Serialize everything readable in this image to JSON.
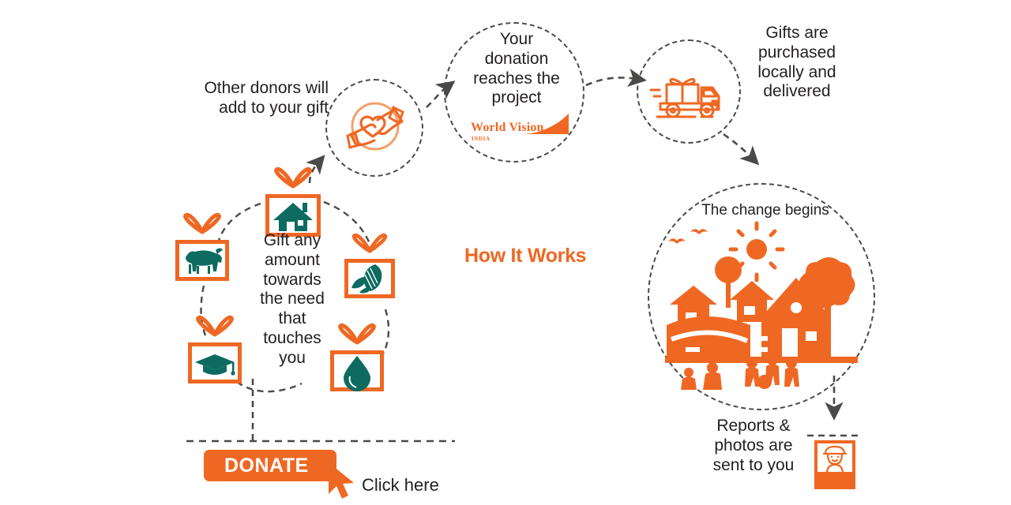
{
  "page": {
    "title": "How It Works",
    "brand_orange": "#ef6823",
    "icon_teal": "#0d6b5f",
    "dash_gray": "#4a4a48",
    "text_color": "#231f20"
  },
  "steps": {
    "other_donors": "Other donors will\nadd to your gift",
    "your_donation": "Your\ndonation\nreaches the\nproject",
    "gifts_purchased": "Gifts are\npurchased\nlocally and\ndelivered",
    "change_begins": "The change begins",
    "gift_any": "Gift any\namount\ntowards\nthe need\nthat\ntouches\nyou",
    "reports": "Reports &\nphotos are\nsent to you"
  },
  "logo": {
    "word": "World Vision",
    "sub": "INDIA"
  },
  "cta": {
    "donate_label": "DONATE",
    "click_here_label": "Click here"
  },
  "gift_icons": [
    {
      "name": "house",
      "label": "house-gift"
    },
    {
      "name": "cow",
      "label": "cow-gift"
    },
    {
      "name": "corn",
      "label": "corn-gift"
    },
    {
      "name": "graduation-cap",
      "label": "education-gift"
    },
    {
      "name": "water-drop",
      "label": "water-gift"
    }
  ],
  "icons": {
    "hands_giving": "hands-giving-heart-icon",
    "delivery_truck": "delivery-truck-gift-icon",
    "village_scene": "village-scene-icon",
    "child_photo": "child-photo-icon",
    "cursor": "mouse-cursor-icon"
  }
}
